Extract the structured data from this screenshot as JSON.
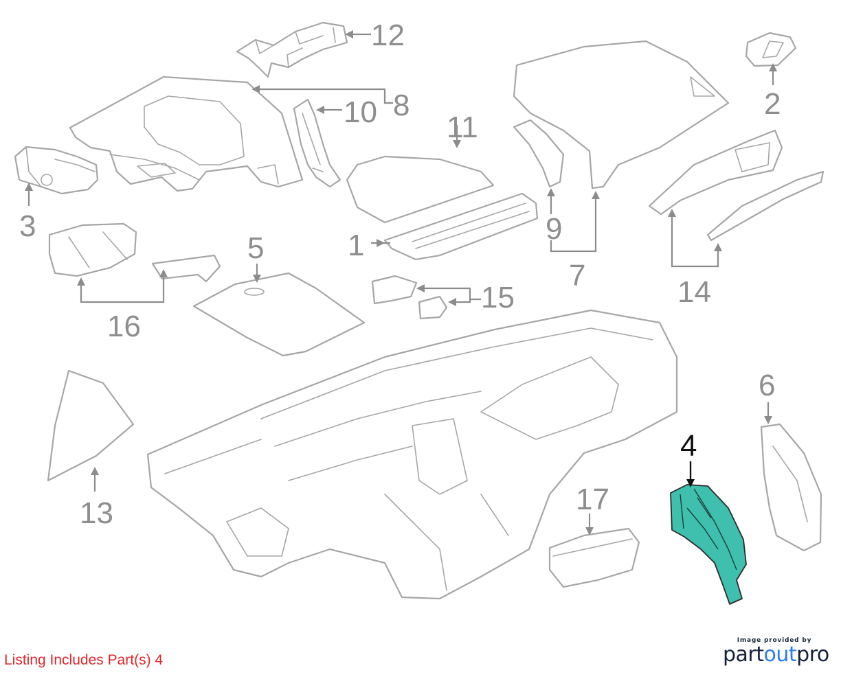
{
  "diagram": {
    "callouts": [
      "1",
      "2",
      "3",
      "4",
      "5",
      "6",
      "7",
      "8",
      "9",
      "10",
      "11",
      "12",
      "13",
      "14",
      "15",
      "16",
      "17"
    ],
    "highlighted_part": "4",
    "highlight_color": "#3fbfae",
    "line_color": "#a6a6a6",
    "label_color": "#8e8e8e",
    "active_label_color": "#111111"
  },
  "footer": {
    "listing_note": "Listing Includes Part(s) 4",
    "listing_note_color": "#e0262b",
    "provider_caption": "Image provided by",
    "provider_logo_part1": "part",
    "provider_logo_part2": "out",
    "provider_logo_part3": "pro"
  }
}
